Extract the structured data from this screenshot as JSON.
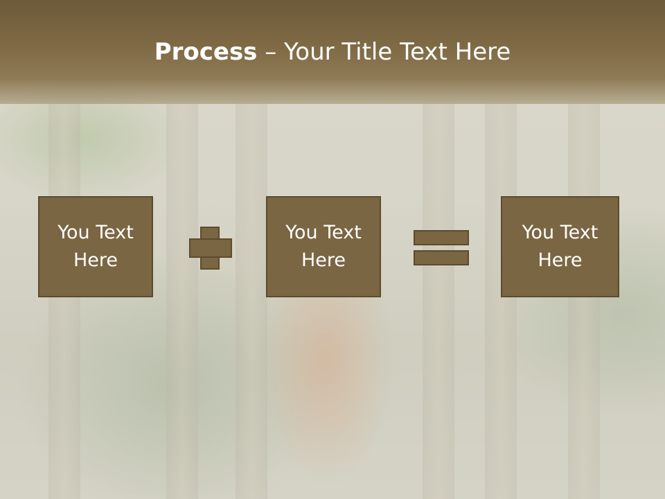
{
  "title": {
    "bold": "Process",
    "rest": " – Your Title Text Here"
  },
  "boxes": [
    {
      "label": "You Text Here"
    },
    {
      "label": "You Text Here"
    },
    {
      "label": "You Text Here"
    }
  ],
  "operators": [
    "plus-icon",
    "equals-icon"
  ],
  "colors": {
    "box_fill": "#7a6642",
    "box_border": "#5b4b2f",
    "header": "#7f6a45",
    "text": "#ffffff"
  }
}
